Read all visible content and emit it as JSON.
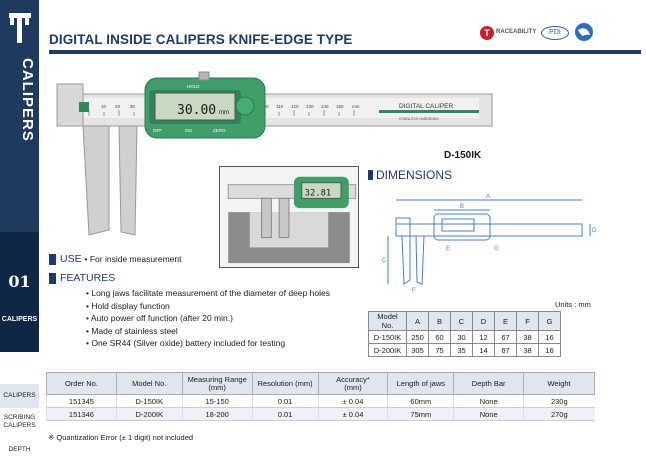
{
  "sidebar": {
    "category": "CALIPERS",
    "section_number": "01",
    "section_label": "CALIPERS",
    "nav": [
      {
        "label": "CALIPERS",
        "active": true
      },
      {
        "label": "SCRIBING\nCALIPERS",
        "active": false
      },
      {
        "label": "DEPTH",
        "active": false
      }
    ]
  },
  "header": {
    "title": "DIGITAL INSIDE CALIPERS KNIFE-EDGE TYPE",
    "logo_trace_text": "RACEABILITY",
    "logo_trace_letter": "T",
    "logo_pdi": "PDI"
  },
  "product": {
    "model_tag": "D-150IK",
    "display_reading": "30.00",
    "display_unit": "mm",
    "inset_reading": "32.81",
    "brand_text": "DIGITAL CALIPER",
    "brand_sub": "STAINLESS HARDENED",
    "hold_label": "HOLD",
    "off_label": "OFF",
    "on_label": "ON",
    "zero_label": "ZERO",
    "scale_marks": [
      "0",
      "10",
      "20",
      "30",
      "90",
      "100",
      "110",
      "120",
      "130",
      "140",
      "150",
      "mm"
    ]
  },
  "use": {
    "heading": "USE",
    "description": "• For inside measurement"
  },
  "features": {
    "heading": "FEATURES",
    "items": [
      "• Long jaws facilitate measurement of the diameter of deep holes",
      "• Hold display function",
      "• Auto power off function (after 20 min.)",
      "• Made of stainless steel",
      "• One SR44 (Silver oxide) battery included for testing"
    ]
  },
  "dimensions": {
    "heading": "DIMENSIONS",
    "drawing_letters": [
      "A",
      "B",
      "C",
      "D",
      "E",
      "F",
      "G"
    ],
    "units": "Units : mm",
    "headers": [
      "Model No.",
      "A",
      "B",
      "C",
      "D",
      "E",
      "F",
      "G"
    ],
    "rows": [
      [
        "D-150IK",
        "250",
        "60",
        "30",
        "12",
        "67",
        "38",
        "16"
      ],
      [
        "D-200IK",
        "305",
        "75",
        "35",
        "14",
        "67",
        "38",
        "16"
      ]
    ]
  },
  "order": {
    "headers": [
      "Order No.",
      "Model No.",
      "Measuring Range\n(mm)",
      "Resolution (mm)",
      "Accuracy*\n(mm)",
      "Length of jaws",
      "Depth Bar",
      "Weight"
    ],
    "rows": [
      [
        "151345",
        "D-150IK",
        "15-150",
        "0.01",
        "± 0.04",
        "60mm",
        "None",
        "230g"
      ],
      [
        "151346",
        "D-200IK",
        "18-200",
        "0.01",
        "± 0.04",
        "75mm",
        "None",
        "270g"
      ]
    ]
  },
  "note": "※ Quantization Error (± 1 digit) not included",
  "colors": {
    "navy": "#1e3a66",
    "green": "#2e8b57",
    "header_bg": "#dfe6ef"
  }
}
